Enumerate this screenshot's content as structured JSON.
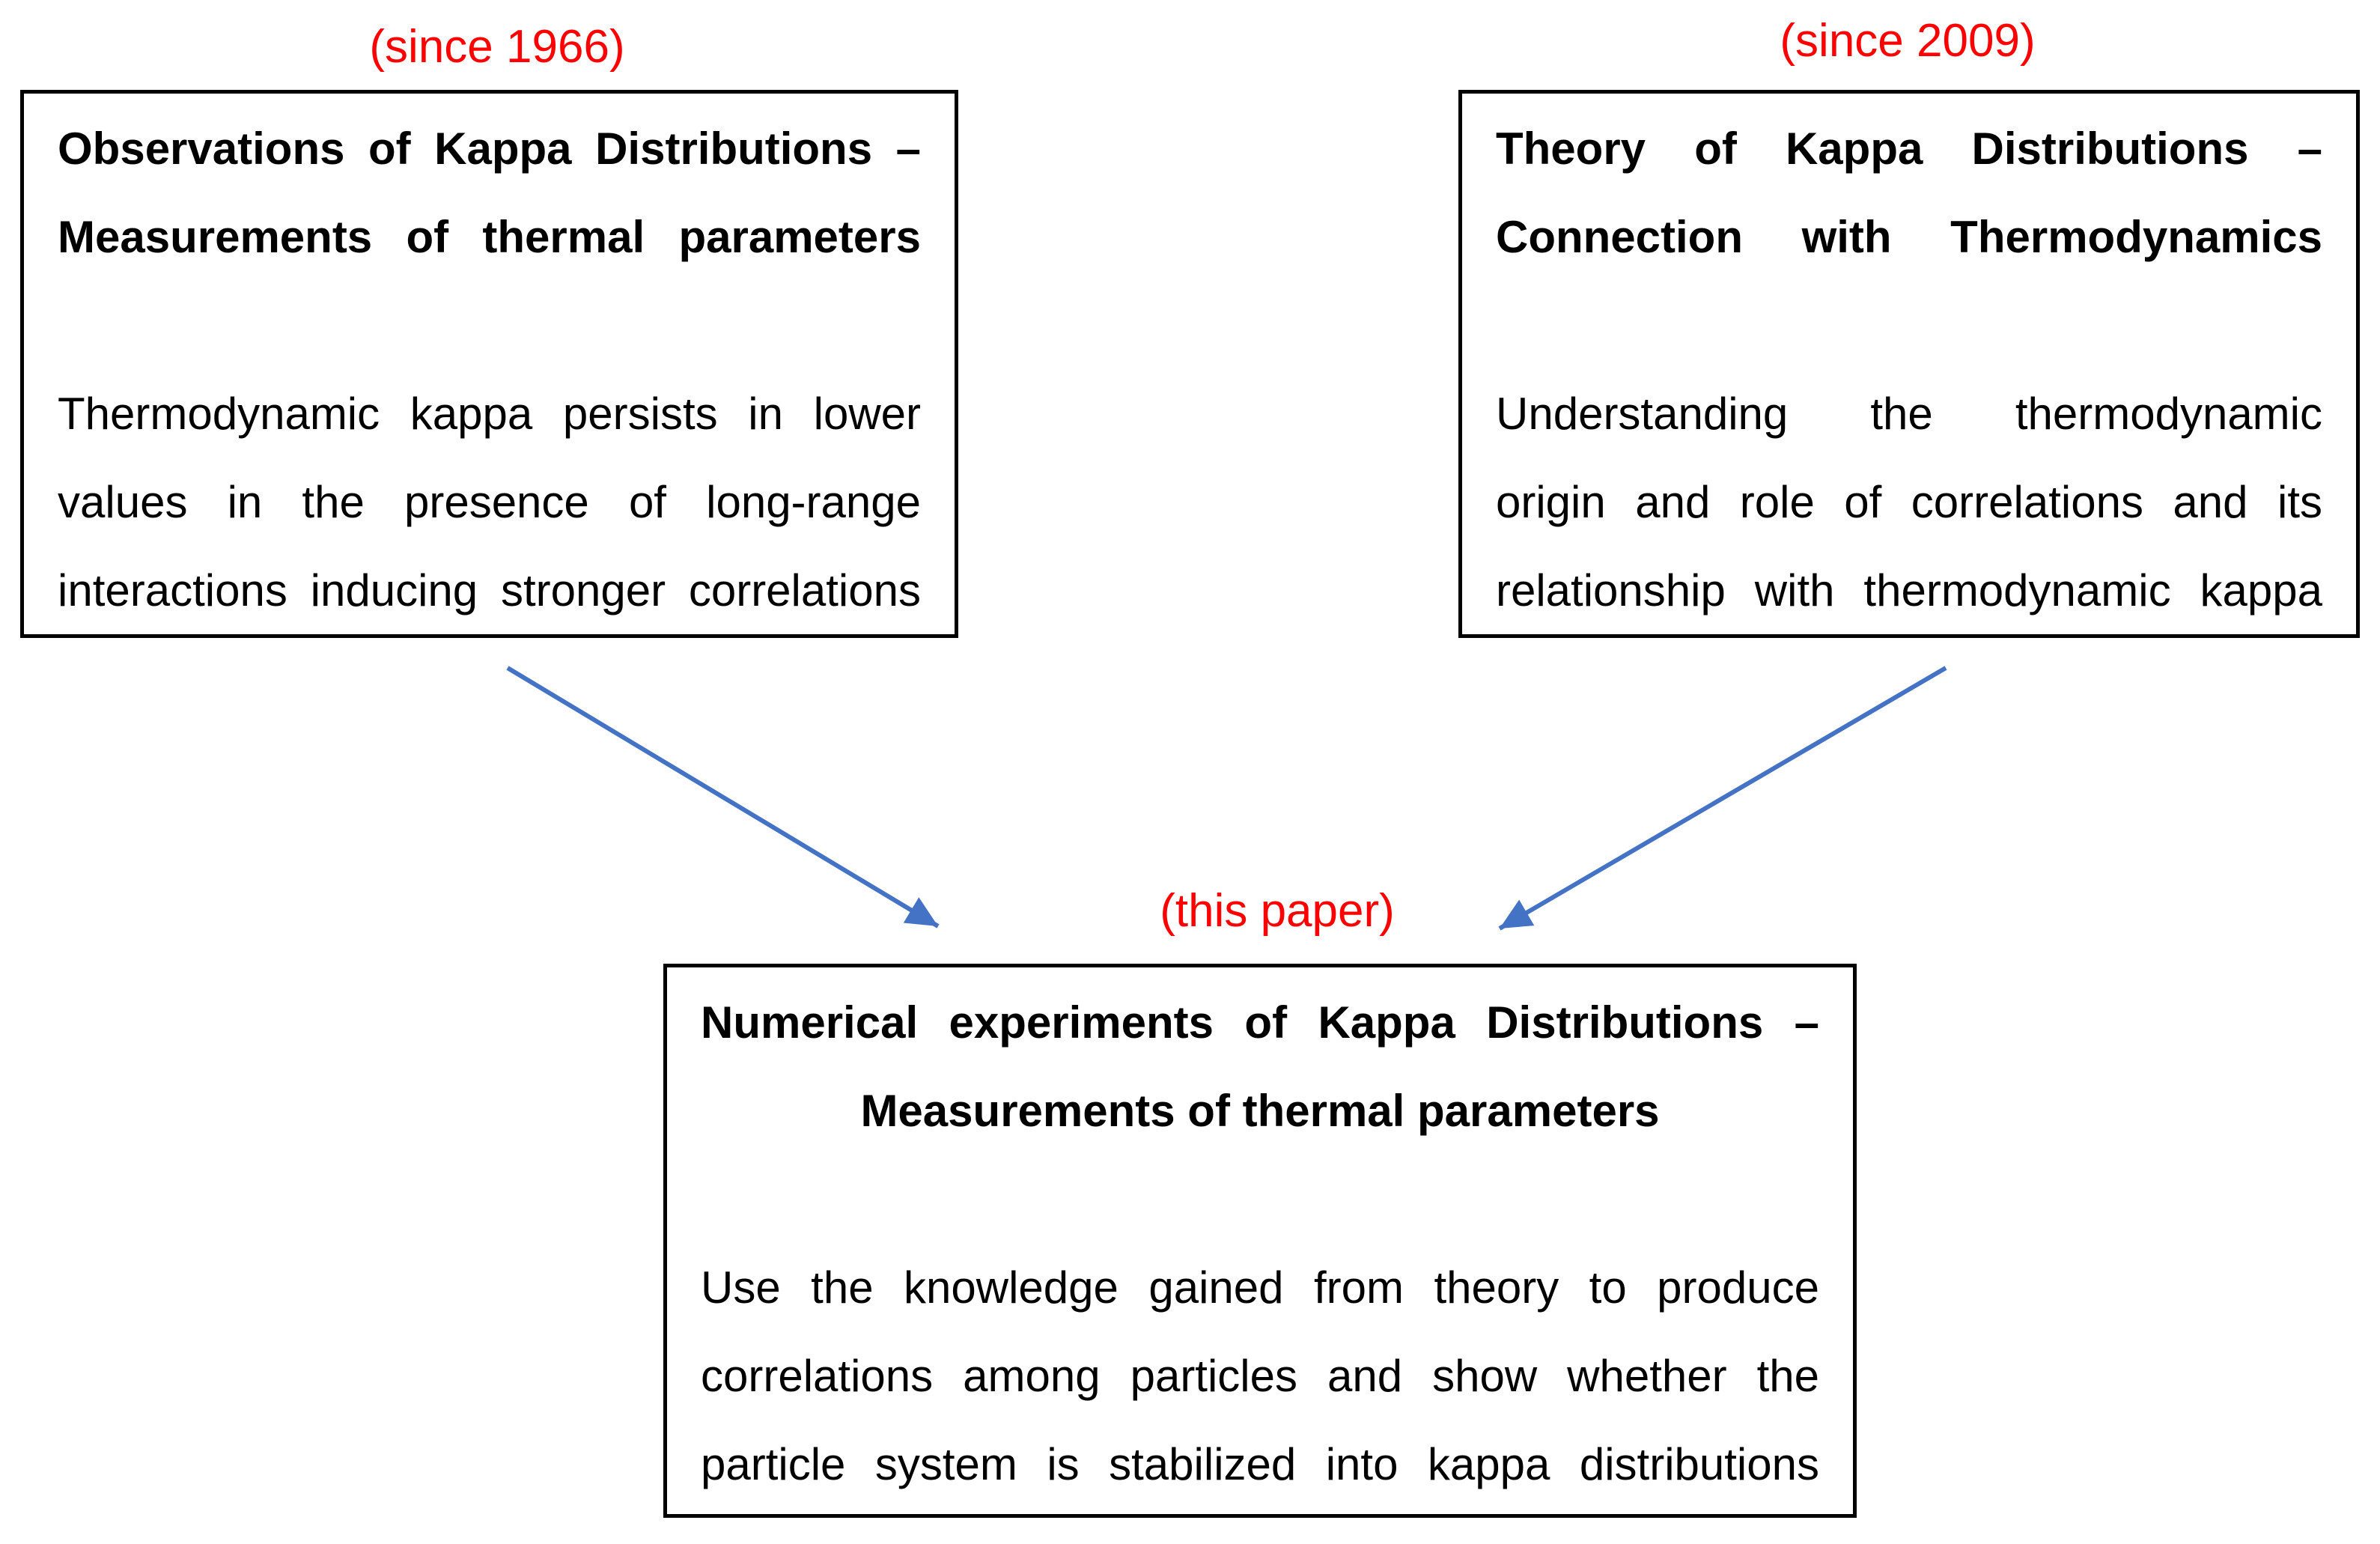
{
  "labels": {
    "since_1966": "(since 1966)",
    "since_2009": "(since 2009)",
    "this_paper": "(this paper)"
  },
  "colors": {
    "annotation_red": "#ff0000",
    "arrow_blue": "#4472c4",
    "box_border_black": "#000000",
    "background_white": "#ffffff"
  },
  "boxes": {
    "observations": {
      "title_lines": {
        "0": "Observations of Kappa Distributions –",
        "1": "Measurements of thermal parameters"
      },
      "body_lines": {
        "0": "Thermodynamic kappa persists in lower",
        "1": "values in the presence of long-range",
        "2": "interactions inducing stronger correlations"
      }
    },
    "theory": {
      "title_lines": {
        "0": "Theory of Kappa Distributions –",
        "1": "Connection with Thermodynamics"
      },
      "body_lines": {
        "0": "Understanding the thermodynamic",
        "1": "origin and role of correlations and its",
        "2": "relationship with thermodynamic kappa"
      }
    },
    "numerical": {
      "title_lines": {
        "0": "Numerical experiments of Kappa Distributions –",
        "1": "Measurements of thermal parameters"
      },
      "body_lines": {
        "0": "Use the knowledge gained from theory to produce",
        "1": "correlations among particles and show whether the",
        "2": "particle system is stabilized into kappa distributions"
      }
    }
  }
}
